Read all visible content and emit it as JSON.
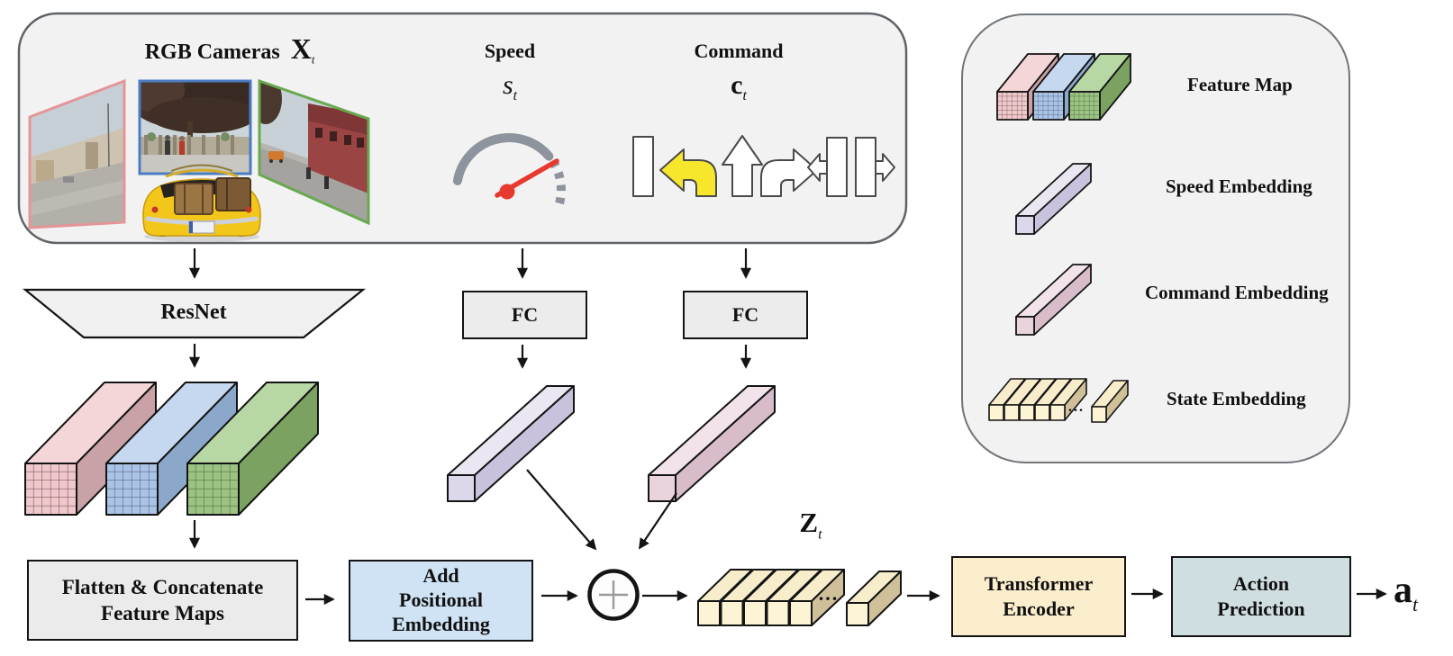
{
  "inputs": {
    "rgb_cameras_label": "RGB Cameras",
    "rgb_cameras_symbol": "X",
    "rgb_cameras_sub": "t",
    "speed_label": "Speed",
    "speed_symbol": "s",
    "speed_sub": "t",
    "command_label": "Command",
    "command_symbol": "c",
    "command_sub": "t"
  },
  "legend": {
    "feature_map": "Feature Map",
    "speed_embedding": "Speed Embedding",
    "command_embedding": "Command Embedding",
    "state_embedding": "State Embedding",
    "ellipsis": "..."
  },
  "blocks": {
    "resnet": "ResNet",
    "fc_speed": "FC",
    "fc_command": "FC",
    "flatten_l1": "Flatten & Concatenate",
    "flatten_l2": "Feature Maps",
    "addpos_l1": "Add",
    "addpos_l2": "Positional",
    "addpos_l3": "Embedding",
    "transformer_l1": "Transformer",
    "transformer_l2": "Encoder",
    "action_l1": "Action",
    "action_l2": "Prediction"
  },
  "tokens": {
    "z_symbol": "Z",
    "z_sub": "t",
    "ellipsis": "...",
    "a_symbol": "a",
    "a_sub": "t"
  },
  "icons": {
    "speedometer": "speedometer-icon",
    "lane_follow": "lane-follow-icon",
    "turn_left": "turn-left-icon",
    "straight": "straight-icon",
    "turn_right": "turn-right-icon",
    "lane_change_left": "lane-change-left-icon",
    "lane_change_right": "lane-change-right-icon",
    "sum": "circle-plus-icon"
  },
  "colors": {
    "panel_bg": "#f2f2f2",
    "box_gray": "#ebebeb",
    "box_blue": "#cfe3f5",
    "box_yellow": "#fbeecd",
    "box_teal": "#cfdee1",
    "feature_pink": "#efc8cb",
    "feature_blue": "#abc4e5",
    "feature_green": "#9cc383",
    "speed_embed": "#dcd7ea",
    "command_embed": "#e9d4de",
    "state_token": "#fdf3d5",
    "command_highlight": "#f6e72c",
    "needle_red": "#e8392e"
  }
}
